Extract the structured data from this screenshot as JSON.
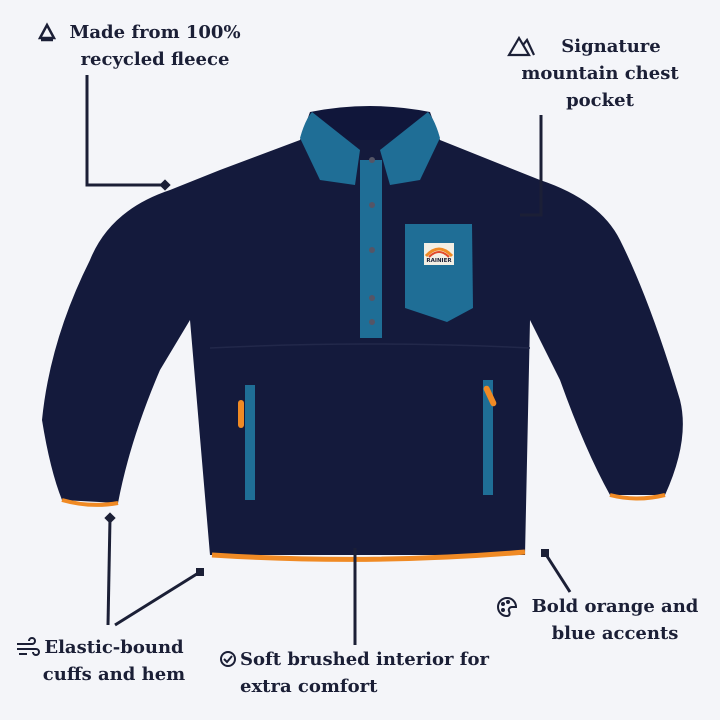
{
  "callouts": {
    "recycled": {
      "icon": "recycle-icon",
      "lines": [
        "Made from 100%",
        "recycled fleece"
      ]
    },
    "pocket": {
      "icon": "mountain-icon",
      "lines": [
        "Signature",
        "mountain chest",
        "pocket"
      ]
    },
    "cuffs": {
      "icon": "wind-icon",
      "lines": [
        "Elastic-bound",
        "cuffs and hem"
      ]
    },
    "interior": {
      "icon": "check-circle-icon",
      "lines": [
        "Soft brushed interior for",
        "extra comfort"
      ]
    },
    "accents": {
      "icon": "palette-icon",
      "lines": [
        "Bold orange and",
        "blue accents"
      ]
    }
  },
  "product": {
    "patch_text": "RAINIER"
  },
  "colors": {
    "background": "#f4f5f9",
    "text": "#1b1f36",
    "body": "#141a3c",
    "accent_blue": "#1f6e96",
    "accent_orange": "#f08a24"
  }
}
